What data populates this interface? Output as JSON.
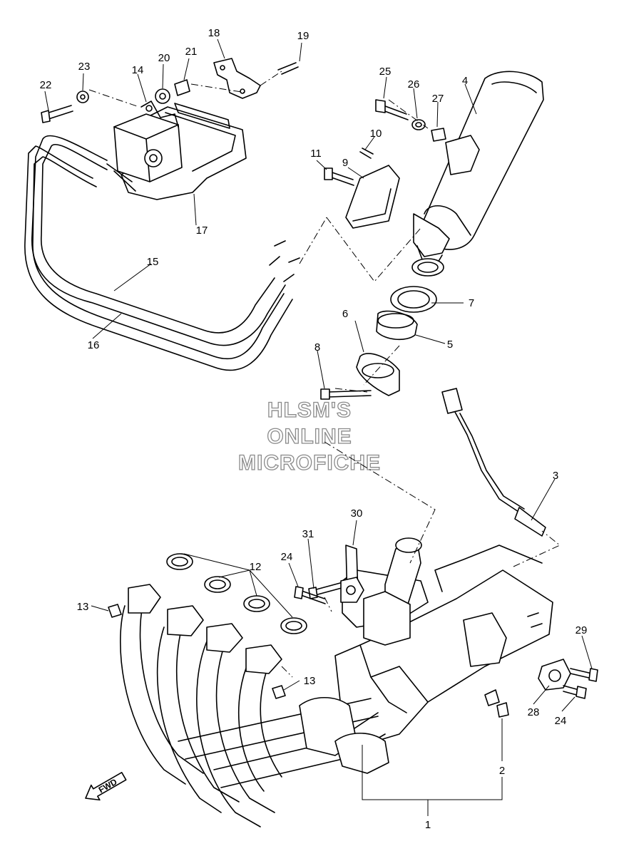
{
  "watermark": {
    "line1": "HLSM'S",
    "line2": "ONLINE",
    "line3": "MICROFICHE"
  },
  "fwd_label": "FWD",
  "callouts": [
    "1",
    "2",
    "3",
    "4",
    "5",
    "6",
    "7",
    "8",
    "9",
    "10",
    "11",
    "12",
    "13",
    "13",
    "14",
    "15",
    "16",
    "17",
    "18",
    "19",
    "20",
    "21",
    "22",
    "23",
    "24",
    "24",
    "25",
    "26",
    "27",
    "28",
    "29",
    "30",
    "31"
  ]
}
